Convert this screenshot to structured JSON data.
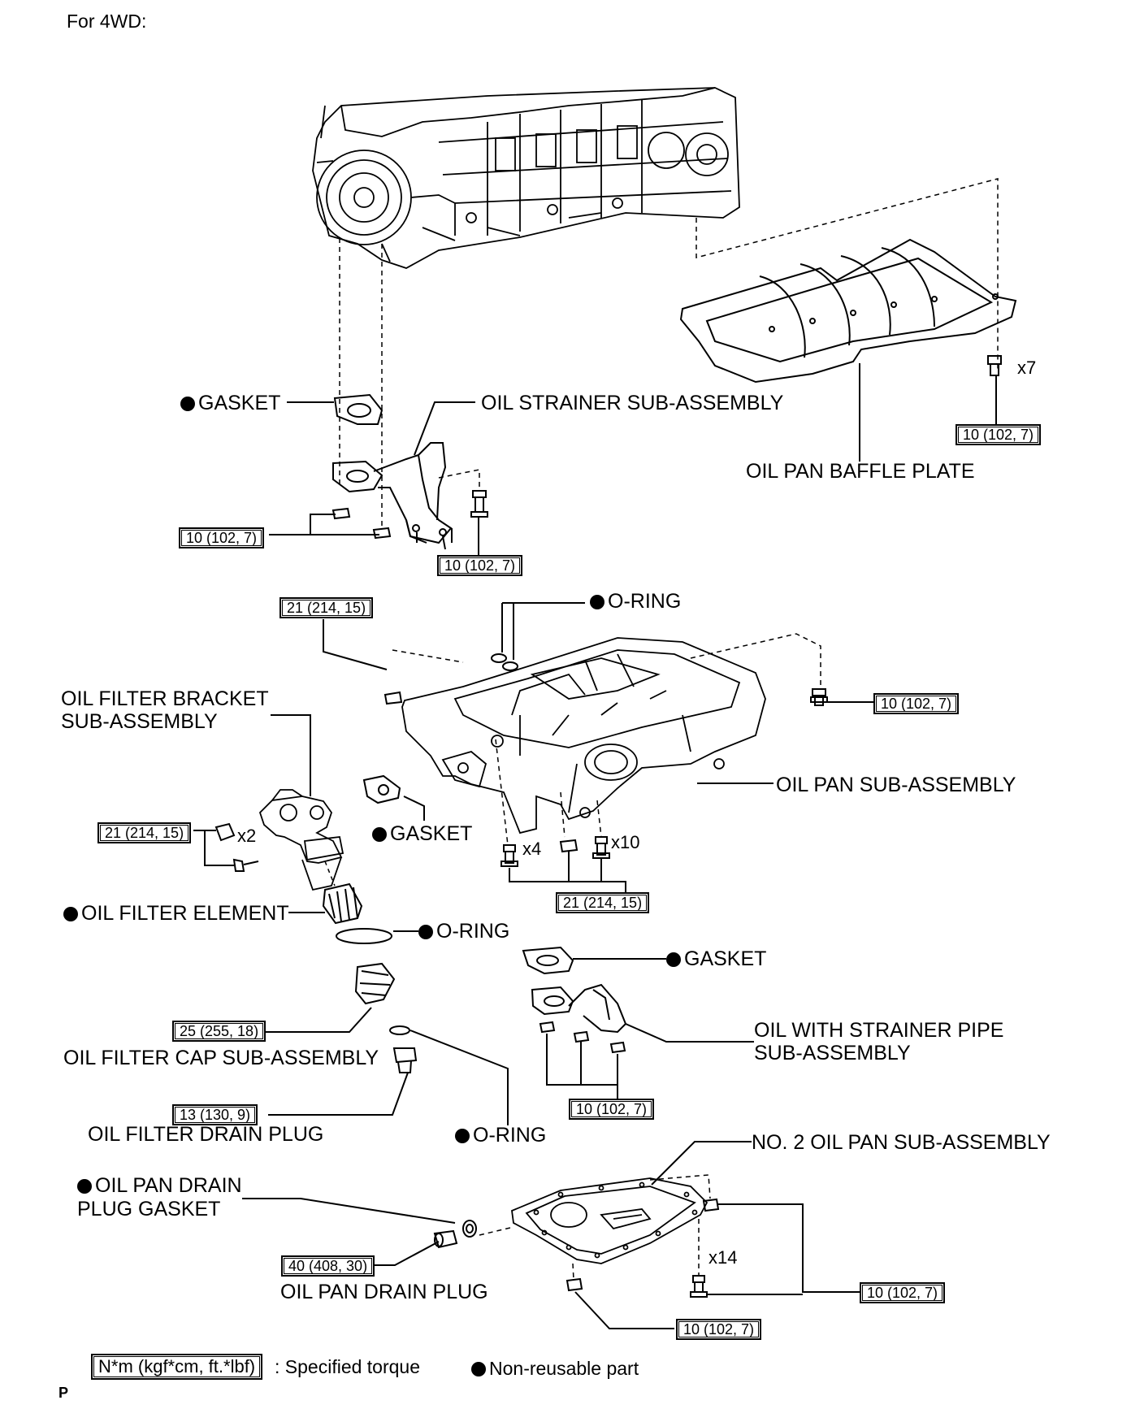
{
  "header": {
    "title": "For 4WD:"
  },
  "parts": {
    "gasket_top": "GASKET",
    "oil_strainer": "OIL STRAINER SUB-ASSEMBLY",
    "baffle_plate": "OIL PAN BAFFLE PLATE",
    "oring_top": "O-RING",
    "filter_bracket": "OIL FILTER BRACKET SUB-ASSEMBLY",
    "oil_pan": "OIL PAN SUB-ASSEMBLY",
    "gasket_mid": "GASKET",
    "filter_element": "OIL FILTER ELEMENT",
    "oring_filter": "O-RING",
    "gasket_lower": "GASKET",
    "strainer_pipe": "OIL WITH STRAINER PIPE SUB-ASSEMBLY",
    "filter_cap": "OIL FILTER CAP SUB-ASSEMBLY",
    "filter_drain_plug": "OIL FILTER DRAIN PLUG",
    "oring_drain": "O-RING",
    "no2_oil_pan": "NO. 2 OIL PAN SUB-ASSEMBLY",
    "drain_plug_gasket": "OIL PAN DRAIN PLUG GASKET",
    "drain_plug": "OIL PAN DRAIN PLUG"
  },
  "torque": {
    "baffle": "10 (102, 7)",
    "strainer_left": "10 (102, 7)",
    "strainer_right": "10 (102, 7)",
    "pan_top_left": "21 (214, 15)",
    "pan_right": "10 (102, 7)",
    "bracket": "21 (214, 15)",
    "pan_bottom": "21 (214, 15)",
    "filter_cap": "25 (255, 18)",
    "strainer_pipe": "10 (102, 7)",
    "filter_drain": "13 (130, 9)",
    "drain_plug": "40 (408, 30)",
    "no2_pan_right": "10 (102, 7)",
    "no2_pan_bottom": "10 (102, 7)"
  },
  "quantities": {
    "baffle_bolts": "x7",
    "bracket_bolts": "x2",
    "pan_bolts_a": "x4",
    "pan_bolts_b": "x10",
    "no2_pan_bolts": "x14"
  },
  "legend": {
    "torque_unit": "N*m (kgf*cm, ft.*lbf)",
    "torque_desc": ": Specified torque",
    "non_reusable": "Non-reusable part"
  },
  "footer": {
    "code": "P"
  }
}
